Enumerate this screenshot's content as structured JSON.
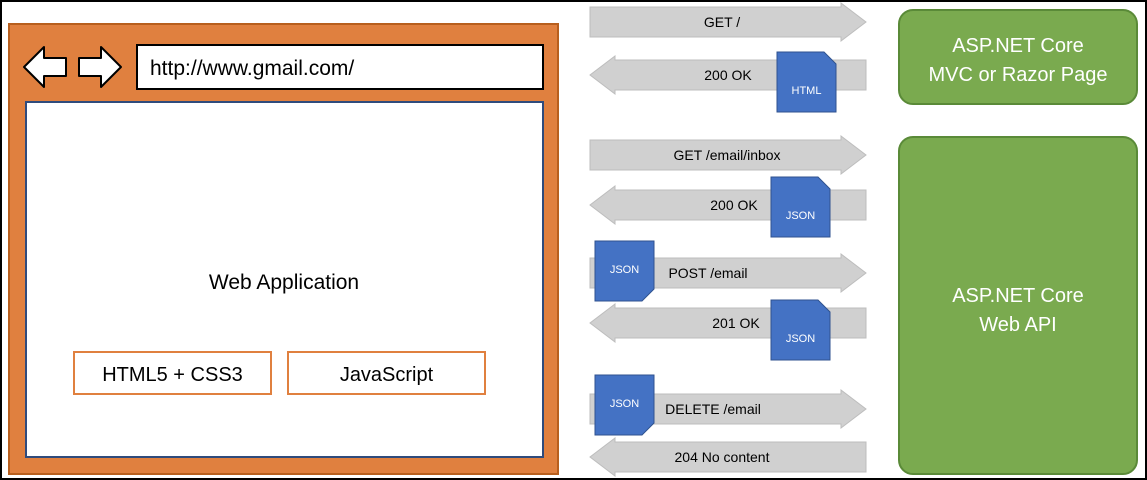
{
  "browser": {
    "url": "http://www.gmail.com/",
    "app_label": "Web Application",
    "tech": [
      "HTML5 + CSS3",
      "JavaScript"
    ],
    "nav_icons": [
      "back-arrow-icon",
      "forward-arrow-icon"
    ]
  },
  "servers": {
    "mvc": [
      "ASP.NET Core",
      "MVC or Razor Page"
    ],
    "api": [
      "ASP.NET Core",
      "Web API"
    ]
  },
  "requests": [
    {
      "label": "GET /",
      "direction": "right"
    },
    {
      "label": "200 OK",
      "direction": "left",
      "doc": "HTML"
    },
    {
      "label": "GET /email/inbox",
      "direction": "right"
    },
    {
      "label": "200 OK",
      "direction": "left",
      "doc": "JSON"
    },
    {
      "label": "POST /email",
      "direction": "right",
      "doc": "JSON"
    },
    {
      "label": "201 OK",
      "direction": "left",
      "doc": "JSON"
    },
    {
      "label": "DELETE /email",
      "direction": "right",
      "doc": "JSON"
    },
    {
      "label": "204 No content",
      "direction": "left"
    }
  ],
  "colors": {
    "browser_frame": "#E0803F",
    "browser_border": "#B85F1E",
    "content_border": "#2F4B7C",
    "arrow_fill": "#D0D0D0",
    "server_fill": "#7AAA4F",
    "server_border": "#5A8A38",
    "doc_fill": "#4472C4",
    "doc_border": "#2F528F",
    "tech_border": "#E0803F"
  }
}
